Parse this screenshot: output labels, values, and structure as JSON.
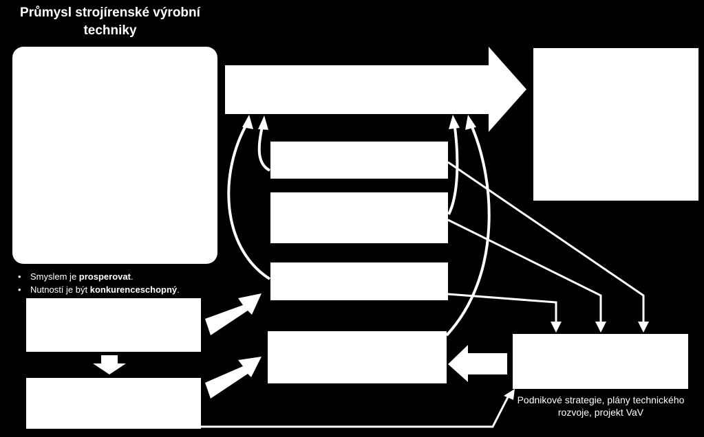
{
  "title": "Průmysl strojírenské výrobní techniky",
  "bullets": {
    "item1": {
      "prefix": "Smyslem je ",
      "bold": "prosperovat",
      "suffix": "."
    },
    "item2": {
      "prefix": "Nutností je být ",
      "bold": "konkurenceschopný",
      "suffix": "."
    }
  },
  "caption": "Podnikové strategie, plány technického rozvoje, projekt VaV",
  "colors": {
    "background": "#000000",
    "foreground": "#ffffff"
  }
}
